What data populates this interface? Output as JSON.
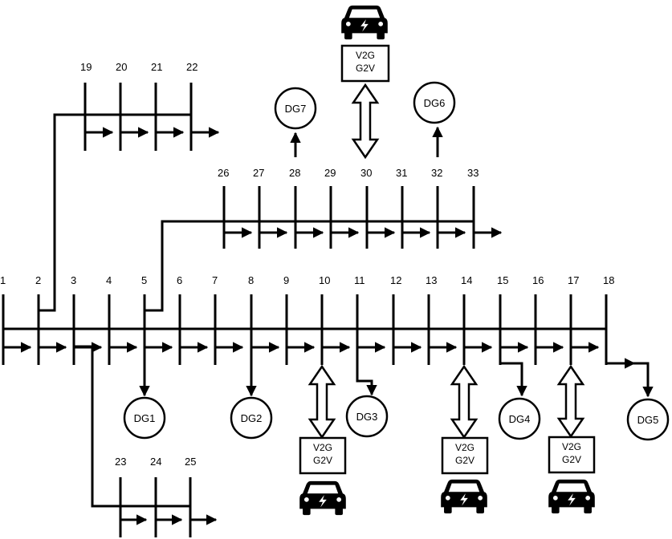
{
  "buses": {
    "main": [
      "1",
      "2",
      "3",
      "4",
      "5",
      "6",
      "7",
      "8",
      "9",
      "10",
      "11",
      "12",
      "13",
      "14",
      "15",
      "16",
      "17",
      "18"
    ],
    "top_branch": [
      "19",
      "20",
      "21",
      "22"
    ],
    "middle_branch": [
      "26",
      "27",
      "28",
      "29",
      "30",
      "31",
      "32",
      "33"
    ],
    "bottom_branch": [
      "23",
      "24",
      "25"
    ]
  },
  "generators": [
    "DG1",
    "DG2",
    "DG3",
    "DG4",
    "DG5",
    "DG6",
    "DG7"
  ],
  "v2g_label_top": "V2G",
  "v2g_label_bottom": "G2V"
}
